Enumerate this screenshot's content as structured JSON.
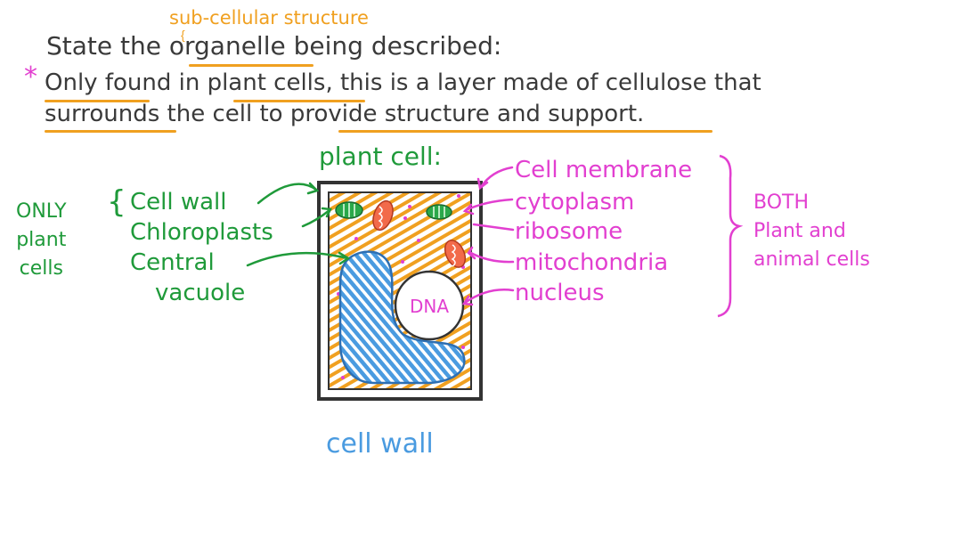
{
  "annotation": {
    "sub_cellular": "sub-cellular structure"
  },
  "question": {
    "line1_prefix": "State the",
    "line1_keyword": "organelle",
    "line1_suffix": "being described:",
    "asterisk": "*",
    "line2": "Only found in plant cells, this is a layer made of cellulose that",
    "line3": "surrounds the cell to provide structure and support."
  },
  "diagram": {
    "title": "plant cell:",
    "only_plant": {
      "group_label": [
        "ONLY",
        "plant",
        "cells"
      ],
      "items": [
        "Cell wall",
        "Chloroplasts",
        "Central",
        "vacuole"
      ]
    },
    "both": {
      "group_label": [
        "BOTH",
        "Plant and",
        "animal cells"
      ],
      "items": [
        "Cell membrane",
        "cytoplasm",
        "ribosome",
        "mitochondria",
        "nucleus"
      ]
    },
    "nucleus_text": "DNA"
  },
  "answer": "cell wall",
  "colors": {
    "question": "#3a3a3a",
    "highlight": "#f0a020",
    "plant_only": "#1f9a3a",
    "both": "#e23fd0",
    "answer": "#4a9be0"
  }
}
